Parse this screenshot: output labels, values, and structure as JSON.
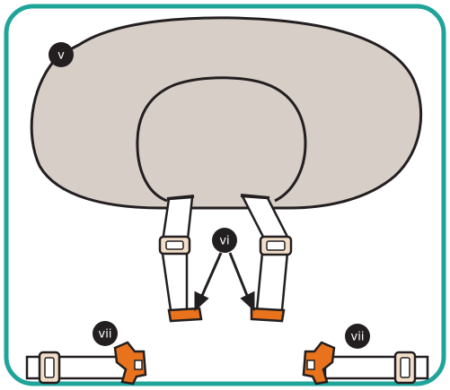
{
  "markers": {
    "pillow": "v",
    "harness_buckles": "vi",
    "left_strap": "vii",
    "right_strap": "vii"
  },
  "colors": {
    "frame": "#1fa49a",
    "pillow_fill": "#d7cec7",
    "outline": "#231f20",
    "buckle": "#e8731c",
    "strap": "#ffffff",
    "slider": "#f3dfc9",
    "marker_fill": "#231f20"
  }
}
